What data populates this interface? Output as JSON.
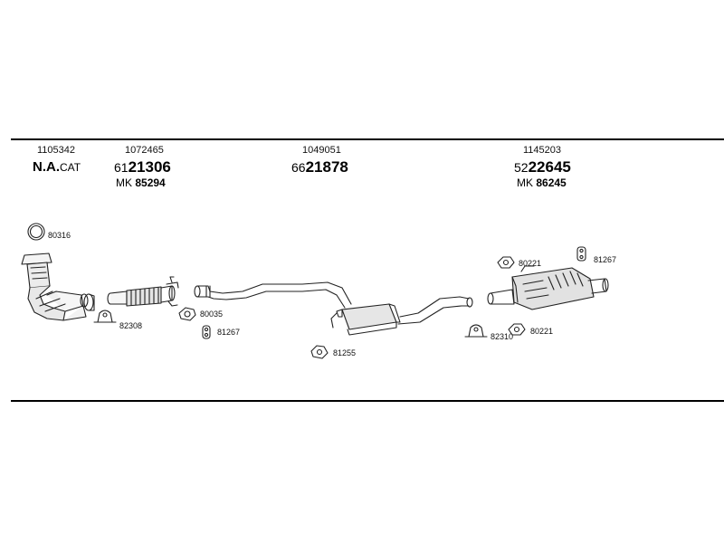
{
  "columns": [
    {
      "id": "front",
      "ref_number": "1105342",
      "label_main": "N.A.",
      "label_sub": "CAT"
    },
    {
      "id": "front-pipe",
      "ref_number": "1072465",
      "code_prefix": "61",
      "code_main": "21306",
      "mk_prefix": "MK",
      "mk_number": "85294"
    },
    {
      "id": "center",
      "ref_number": "1049051",
      "code_prefix": "66",
      "code_main": "21878"
    },
    {
      "id": "rear",
      "ref_number": "1145203",
      "code_prefix": "52",
      "code_main": "22645",
      "mk_prefix": "MK",
      "mk_number": "86245"
    }
  ],
  "part_labels": {
    "ring_gasket": "80316",
    "clamp_front": "82308",
    "gasket_front": "80035",
    "hanger_front": "81267",
    "mount_center": "81255",
    "mount_rear_top": "80221",
    "hanger_rear_top": "81267",
    "clamp_rear": "82310",
    "mount_rear_bottom": "80221"
  }
}
